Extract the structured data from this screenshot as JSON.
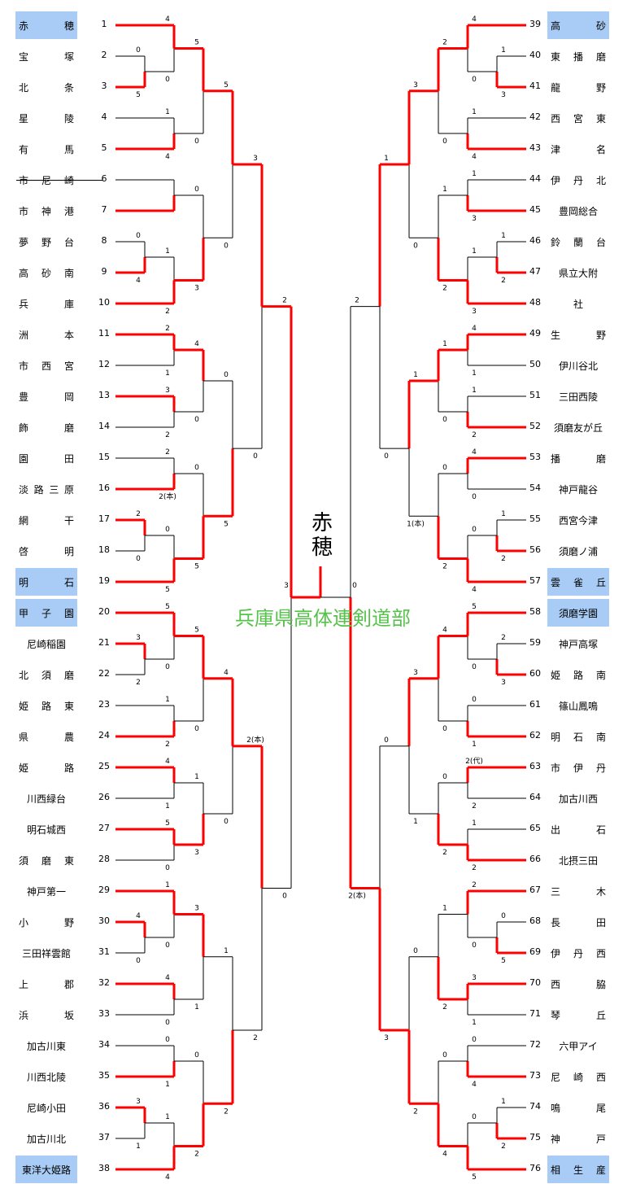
{
  "title": "兵庫県高体連剣道部",
  "winner": "赤穂",
  "colors": {
    "win_line": "#ff0000",
    "highlight": "#a8ccf5",
    "title": "#55c34a"
  },
  "teams_left": [
    {
      "no": "1",
      "name": "赤 穂",
      "hl": true
    },
    {
      "no": "2",
      "name": "宝 塚"
    },
    {
      "no": "3",
      "name": "北 条"
    },
    {
      "no": "4",
      "name": "星 陵"
    },
    {
      "no": "5",
      "name": "有 馬"
    },
    {
      "no": "6",
      "name": "市 尼 崎",
      "struck": true
    },
    {
      "no": "7",
      "name": "市 神 港"
    },
    {
      "no": "8",
      "name": "夢 野 台"
    },
    {
      "no": "9",
      "name": "高 砂 南"
    },
    {
      "no": "10",
      "name": "兵 庫"
    },
    {
      "no": "11",
      "name": "洲 本"
    },
    {
      "no": "12",
      "name": "市 西 宮"
    },
    {
      "no": "13",
      "name": "豊 岡"
    },
    {
      "no": "14",
      "name": "飾 磨"
    },
    {
      "no": "15",
      "name": "園 田"
    },
    {
      "no": "16",
      "name": "淡 路 三 原"
    },
    {
      "no": "17",
      "name": "網 干"
    },
    {
      "no": "18",
      "name": "啓 明"
    },
    {
      "no": "19",
      "name": "明 石",
      "hl": true
    },
    {
      "no": "20",
      "name": "甲 子 園",
      "hl": true
    },
    {
      "no": "21",
      "name": "尼崎稲園"
    },
    {
      "no": "22",
      "name": "北 須 磨"
    },
    {
      "no": "23",
      "name": "姫 路 東"
    },
    {
      "no": "24",
      "name": "県 農"
    },
    {
      "no": "25",
      "name": "姫 路"
    },
    {
      "no": "26",
      "name": "川西緑台"
    },
    {
      "no": "27",
      "name": "明石城西"
    },
    {
      "no": "28",
      "name": "須 磨 東"
    },
    {
      "no": "29",
      "name": "神戸第一"
    },
    {
      "no": "30",
      "name": "小 野"
    },
    {
      "no": "31",
      "name": "三田祥雲館"
    },
    {
      "no": "32",
      "name": "上 郡"
    },
    {
      "no": "33",
      "name": "浜 坂"
    },
    {
      "no": "34",
      "name": "加古川東"
    },
    {
      "no": "35",
      "name": "川西北陵"
    },
    {
      "no": "36",
      "name": "尼崎小田"
    },
    {
      "no": "37",
      "name": "加古川北"
    },
    {
      "no": "38",
      "name": "東洋大姫路",
      "hl": true
    }
  ],
  "teams_right": [
    {
      "no": "39",
      "name": "高 砂",
      "hl": true
    },
    {
      "no": "40",
      "name": "東 播 磨"
    },
    {
      "no": "41",
      "name": "龍 野"
    },
    {
      "no": "42",
      "name": "西 宮 東"
    },
    {
      "no": "43",
      "name": "津 名"
    },
    {
      "no": "44",
      "name": "伊 丹 北"
    },
    {
      "no": "45",
      "name": "豊岡総合"
    },
    {
      "no": "46",
      "name": "鈴 蘭 台"
    },
    {
      "no": "47",
      "name": "県立大附"
    },
    {
      "no": "48",
      "name": "社"
    },
    {
      "no": "49",
      "name": "生 野"
    },
    {
      "no": "50",
      "name": "伊川谷北"
    },
    {
      "no": "51",
      "name": "三田西陵"
    },
    {
      "no": "52",
      "name": "須磨友が丘"
    },
    {
      "no": "53",
      "name": "播 磨"
    },
    {
      "no": "54",
      "name": "神戸龍谷"
    },
    {
      "no": "55",
      "name": "西宮今津"
    },
    {
      "no": "56",
      "name": "須磨ノ浦"
    },
    {
      "no": "57",
      "name": "雲 雀 丘",
      "hl": true
    },
    {
      "no": "58",
      "name": "須磨学園",
      "hl": true
    },
    {
      "no": "59",
      "name": "神戸高塚"
    },
    {
      "no": "60",
      "name": "姫 路 南"
    },
    {
      "no": "61",
      "name": "篠山鳳鳴"
    },
    {
      "no": "62",
      "name": "明 石 南"
    },
    {
      "no": "63",
      "name": "市 伊 丹"
    },
    {
      "no": "64",
      "name": "加古川西"
    },
    {
      "no": "65",
      "name": "出 石"
    },
    {
      "no": "66",
      "name": "北摂三田"
    },
    {
      "no": "67",
      "name": "三 木"
    },
    {
      "no": "68",
      "name": "長 田"
    },
    {
      "no": "69",
      "name": "伊 丹 西"
    },
    {
      "no": "70",
      "name": "西 脇"
    },
    {
      "no": "71",
      "name": "琴 丘"
    },
    {
      "no": "72",
      "name": "六甲アイ"
    },
    {
      "no": "73",
      "name": "尼 崎 西"
    },
    {
      "no": "74",
      "name": "鳴 尾"
    },
    {
      "no": "75",
      "name": "神 戸"
    },
    {
      "no": "76",
      "name": "相 生 産",
      "hl": true
    }
  ],
  "left_matches": [
    {
      "id": "L2-3",
      "col": 0,
      "a": "2",
      "b": "3",
      "sa": "0",
      "sb": "5",
      "w": "b"
    },
    {
      "id": "L8-9",
      "col": 0,
      "a": "8",
      "b": "9",
      "sa": "0",
      "sb": "4",
      "w": "b"
    },
    {
      "id": "L17-18",
      "col": 0,
      "a": "17",
      "b": "18",
      "sa": "2",
      "sb": "0",
      "w": "a"
    },
    {
      "id": "L21-22",
      "col": 0,
      "a": "21",
      "b": "22",
      "sa": "3",
      "sb": "2",
      "w": "a"
    },
    {
      "id": "L30-31",
      "col": 0,
      "a": "30",
      "b": "31",
      "sa": "4",
      "sb": "0",
      "w": "a"
    },
    {
      "id": "L36-37",
      "col": 0,
      "a": "36",
      "b": "37",
      "sa": "3",
      "sb": "1",
      "w": "a"
    },
    {
      "id": "L1-3",
      "col": 1,
      "a": "1",
      "b": "L2-3",
      "sa": "4",
      "sb": "0",
      "w": "a"
    },
    {
      "id": "L4-5",
      "col": 1,
      "a": "4",
      "b": "5",
      "sa": "1",
      "sb": "4",
      "w": "b"
    },
    {
      "id": "L6-7",
      "col": 1,
      "a": "6",
      "b": "7",
      "sa": "",
      "sb": "",
      "w": "b"
    },
    {
      "id": "L9-10",
      "col": 1,
      "a": "L8-9",
      "b": "10",
      "sa": "1",
      "sb": "2",
      "w": "b"
    },
    {
      "id": "L11-12",
      "col": 1,
      "a": "11",
      "b": "12",
      "sa": "2",
      "sb": "1",
      "w": "a"
    },
    {
      "id": "L13-14",
      "col": 1,
      "a": "13",
      "b": "14",
      "sa": "3",
      "sb": "2",
      "w": "a"
    },
    {
      "id": "L15-16",
      "col": 1,
      "a": "15",
      "b": "16",
      "sa": "2",
      "sb": "2(本)",
      "w": "b"
    },
    {
      "id": "L17-19",
      "col": 1,
      "a": "L17-18",
      "b": "19",
      "sa": "0",
      "sb": "5",
      "w": "b"
    },
    {
      "id": "L20-22",
      "col": 1,
      "a": "20",
      "b": "L21-22",
      "sa": "5",
      "sb": "0",
      "w": "a"
    },
    {
      "id": "L23-24",
      "col": 1,
      "a": "23",
      "b": "24",
      "sa": "1",
      "sb": "2",
      "w": "b"
    },
    {
      "id": "L25-26",
      "col": 1,
      "a": "25",
      "b": "26",
      "sa": "4",
      "sb": "1",
      "w": "a"
    },
    {
      "id": "L27-28",
      "col": 1,
      "a": "27",
      "b": "28",
      "sa": "5",
      "sb": "0",
      "w": "a"
    },
    {
      "id": "L29-31",
      "col": 1,
      "a": "29",
      "b": "L30-31",
      "sa": "1",
      "sb": "0",
      "w": "a"
    },
    {
      "id": "L32-33",
      "col": 1,
      "a": "32",
      "b": "33",
      "sa": "4",
      "sb": "0",
      "w": "a"
    },
    {
      "id": "L34-35",
      "col": 1,
      "a": "34",
      "b": "35",
      "sa": "0",
      "sb": "1",
      "w": "b"
    },
    {
      "id": "L36-38",
      "col": 1,
      "a": "L36-37",
      "b": "38",
      "sa": "1",
      "sb": "4",
      "w": "b"
    },
    {
      "id": "L1-5",
      "col": 2,
      "a": "L1-3",
      "b": "L4-5",
      "sa": "5",
      "sb": "0",
      "w": "a"
    },
    {
      "id": "L6-10",
      "col": 2,
      "a": "L6-7",
      "b": "L9-10",
      "sa": "0",
      "sb": "3",
      "w": "b"
    },
    {
      "id": "L11-14",
      "col": 2,
      "a": "L11-12",
      "b": "L13-14",
      "sa": "4",
      "sb": "0",
      "w": "a"
    },
    {
      "id": "L15-19",
      "col": 2,
      "a": "L15-16",
      "b": "L17-19",
      "sa": "0",
      "sb": "5",
      "w": "b"
    },
    {
      "id": "L20-24",
      "col": 2,
      "a": "L20-22",
      "b": "L23-24",
      "sa": "5",
      "sb": "0",
      "w": "a"
    },
    {
      "id": "L25-28",
      "col": 2,
      "a": "L25-26",
      "b": "L27-28",
      "sa": "1",
      "sb": "3",
      "w": "b"
    },
    {
      "id": "L29-33",
      "col": 2,
      "a": "L29-31",
      "b": "L32-33",
      "sa": "3",
      "sb": "1",
      "w": "a"
    },
    {
      "id": "L34-38",
      "col": 2,
      "a": "L34-35",
      "b": "L36-38",
      "sa": "0",
      "sb": "2",
      "w": "b"
    },
    {
      "id": "L1-10",
      "col": 3,
      "a": "L1-5",
      "b": "L6-10",
      "sa": "5",
      "sb": "0",
      "w": "a"
    },
    {
      "id": "L11-19",
      "col": 3,
      "a": "L11-14",
      "b": "L15-19",
      "sa": "0",
      "sb": "5",
      "w": "b"
    },
    {
      "id": "L20-28",
      "col": 3,
      "a": "L20-24",
      "b": "L25-28",
      "sa": "4",
      "sb": "0",
      "w": "a"
    },
    {
      "id": "L29-38",
      "col": 3,
      "a": "L29-33",
      "b": "L34-38",
      "sa": "1",
      "sb": "2",
      "w": "b"
    },
    {
      "id": "L1-19",
      "col": 4,
      "a": "L1-10",
      "b": "L11-19",
      "sa": "3",
      "sb": "0",
      "w": "a"
    },
    {
      "id": "L20-38",
      "col": 4,
      "a": "L20-28",
      "b": "L29-38",
      "sa": "2(本)",
      "sb": "2",
      "w": "a"
    },
    {
      "id": "LSF",
      "col": 5,
      "a": "L1-19",
      "b": "L20-38",
      "sa": "2",
      "sb": "0",
      "w": "a"
    }
  ],
  "right_matches": [
    {
      "id": "R40-41",
      "col": 0,
      "a": "40",
      "b": "41",
      "sa": "1",
      "sb": "3",
      "w": "b"
    },
    {
      "id": "R46-47",
      "col": 0,
      "a": "46",
      "b": "47",
      "sa": "1",
      "sb": "2",
      "w": "b"
    },
    {
      "id": "R55-56",
      "col": 0,
      "a": "55",
      "b": "56",
      "sa": "1",
      "sb": "2",
      "w": "b"
    },
    {
      "id": "R59-60",
      "col": 0,
      "a": "59",
      "b": "60",
      "sa": "2",
      "sb": "3",
      "w": "b"
    },
    {
      "id": "R68-69",
      "col": 0,
      "a": "68",
      "b": "69",
      "sa": "0",
      "sb": "5",
      "w": "b"
    },
    {
      "id": "R74-75",
      "col": 0,
      "a": "74",
      "b": "75",
      "sa": "1",
      "sb": "2",
      "w": "b"
    },
    {
      "id": "R39-41",
      "col": 1,
      "a": "39",
      "b": "R40-41",
      "sa": "4",
      "sb": "0",
      "w": "a"
    },
    {
      "id": "R42-43",
      "col": 1,
      "a": "42",
      "b": "43",
      "sa": "1",
      "sb": "4",
      "w": "b"
    },
    {
      "id": "R44-45",
      "col": 1,
      "a": "44",
      "b": "45",
      "sa": "1",
      "sb": "3",
      "w": "b"
    },
    {
      "id": "R46-48",
      "col": 1,
      "a": "R46-47",
      "b": "48",
      "sa": "1",
      "sb": "3",
      "w": "b"
    },
    {
      "id": "R49-50",
      "col": 1,
      "a": "49",
      "b": "50",
      "sa": "4",
      "sb": "1",
      "w": "a"
    },
    {
      "id": "R51-52",
      "col": 1,
      "a": "51",
      "b": "52",
      "sa": "1",
      "sb": "2",
      "w": "b"
    },
    {
      "id": "R53-54",
      "col": 1,
      "a": "53",
      "b": "54",
      "sa": "4",
      "sb": "0",
      "w": "a"
    },
    {
      "id": "R55-57",
      "col": 1,
      "a": "R55-56",
      "b": "57",
      "sa": "0",
      "sb": "4",
      "w": "b"
    },
    {
      "id": "R58-60",
      "col": 1,
      "a": "58",
      "b": "R59-60",
      "sa": "5",
      "sb": "0",
      "w": "a"
    },
    {
      "id": "R61-62",
      "col": 1,
      "a": "61",
      "b": "62",
      "sa": "0",
      "sb": "1",
      "w": "b"
    },
    {
      "id": "R63-64",
      "col": 1,
      "a": "63",
      "b": "64",
      "sa": "2(代)",
      "sb": "2",
      "w": "a"
    },
    {
      "id": "R65-66",
      "col": 1,
      "a": "65",
      "b": "66",
      "sa": "1",
      "sb": "2",
      "w": "b"
    },
    {
      "id": "R67-69",
      "col": 1,
      "a": "67",
      "b": "R68-69",
      "sa": "2",
      "sb": "0",
      "w": "a"
    },
    {
      "id": "R70-71",
      "col": 1,
      "a": "70",
      "b": "71",
      "sa": "3",
      "sb": "1",
      "w": "a"
    },
    {
      "id": "R72-73",
      "col": 1,
      "a": "72",
      "b": "73",
      "sa": "0",
      "sb": "4",
      "w": "b"
    },
    {
      "id": "R74-76",
      "col": 1,
      "a": "R74-75",
      "b": "76",
      "sa": "0",
      "sb": "5",
      "w": "b"
    },
    {
      "id": "R39-43",
      "col": 2,
      "a": "R39-41",
      "b": "R42-43",
      "sa": "2",
      "sb": "0",
      "w": "a"
    },
    {
      "id": "R44-48",
      "col": 2,
      "a": "R44-45",
      "b": "R46-48",
      "sa": "1",
      "sb": "2",
      "w": "b"
    },
    {
      "id": "R49-52",
      "col": 2,
      "a": "R49-50",
      "b": "R51-52",
      "sa": "1",
      "sb": "0",
      "w": "a"
    },
    {
      "id": "R53-57",
      "col": 2,
      "a": "R53-54",
      "b": "R55-57",
      "sa": "0",
      "sb": "2",
      "w": "b"
    },
    {
      "id": "R58-62",
      "col": 2,
      "a": "R58-60",
      "b": "R61-62",
      "sa": "4",
      "sb": "0",
      "w": "a"
    },
    {
      "id": "R63-66",
      "col": 2,
      "a": "R63-64",
      "b": "R65-66",
      "sa": "0",
      "sb": "2",
      "w": "b"
    },
    {
      "id": "R67-71",
      "col": 2,
      "a": "R67-69",
      "b": "R70-71",
      "sa": "1",
      "sb": "2",
      "w": "b"
    },
    {
      "id": "R72-76",
      "col": 2,
      "a": "R72-73",
      "b": "R74-76",
      "sa": "0",
      "sb": "4",
      "w": "b"
    },
    {
      "id": "R39-48",
      "col": 3,
      "a": "R39-43",
      "b": "R44-48",
      "sa": "3",
      "sb": "0",
      "w": "a"
    },
    {
      "id": "R49-57",
      "col": 3,
      "a": "R49-52",
      "b": "R53-57",
      "sa": "1",
      "sb": "1(本)",
      "w": "a"
    },
    {
      "id": "R58-66",
      "col": 3,
      "a": "R58-62",
      "b": "R63-66",
      "sa": "3",
      "sb": "1",
      "w": "a"
    },
    {
      "id": "R67-76",
      "col": 3,
      "a": "R67-71",
      "b": "R72-76",
      "sa": "0",
      "sb": "2",
      "w": "b"
    },
    {
      "id": "R39-57",
      "col": 4,
      "a": "R39-48",
      "b": "R49-57",
      "sa": "1",
      "sb": "0",
      "w": "a"
    },
    {
      "id": "R58-76",
      "col": 4,
      "a": "R58-66",
      "b": "R67-76",
      "sa": "0",
      "sb": "3",
      "w": "b"
    },
    {
      "id": "RSF",
      "col": 5,
      "a": "R39-57",
      "b": "R58-76",
      "sa": "2",
      "sb": "2(本)",
      "w": "b"
    }
  ],
  "final": {
    "left_score": "3",
    "right_score": "0",
    "w": "left"
  }
}
